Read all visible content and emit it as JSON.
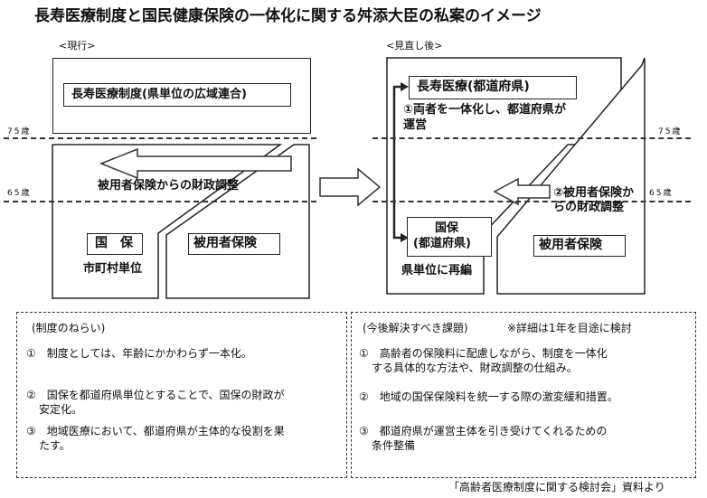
{
  "title": "長寿医療制度と国民健康保険の一体化に関する舛添大臣の私案のイメージ",
  "current": {
    "heading": "<現行>",
    "elderly_box": "長寿医療制度(県単位の広域連合)",
    "arrow_label": "被用者保険からの財政調整",
    "kokuho": "国　保",
    "kokuho_sub": "市町村単位",
    "employee": "被用者保険"
  },
  "revised": {
    "heading": "<見直し後>",
    "elderly_box": "長寿医療(都道府県)",
    "note_line1": "①両者を一体化し、都道府県が",
    "note_line2": "運営",
    "adjust_line1": "②被用者保険か",
    "adjust_line2": "らの財政調整",
    "kokuho_line1": "国保",
    "kokuho_line2": "(都道府県)",
    "kokuho_sub": "県単位に再編",
    "employee": "被用者保険"
  },
  "age_labels": {
    "age75": "75歳",
    "age65": "65歳"
  },
  "aims": {
    "heading": "(制度のねらい)",
    "item1": "①　制度としては、年齢にかかわらず一本化。",
    "item2_line1": "②　国保を都道府県単位とすることで、国保の財政が",
    "item2_line2": "安定化。",
    "item3_line1": "③　地域医療において、都道府県が主体的な役割を果",
    "item3_line2": "たす。"
  },
  "issues": {
    "heading": "(今後解決すべき課題)",
    "heading_note": "※詳細は1年を目途に検討",
    "item1_line1": "①　高齢者の保険料に配慮しながら、制度を一体化",
    "item1_line2": "する具体的な方法や、財政調整の仕組み。",
    "item2": "②　地域の国保保険料を統一する際の激変緩和措置。",
    "item3_line1": "③　都道府県が運営主体を引き受けてくれるための",
    "item3_line2": "条件整備"
  },
  "source": "「高齢者医療制度に関する検討会」資料より"
}
